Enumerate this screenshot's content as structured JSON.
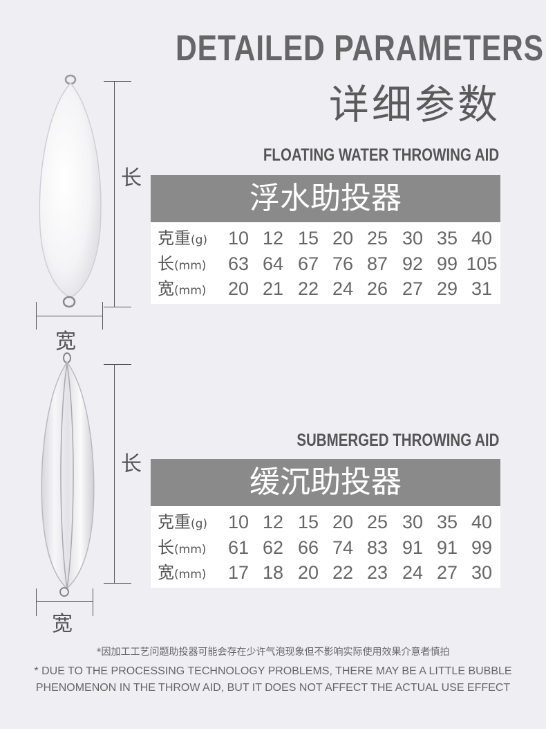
{
  "header": {
    "title_en": "DETAILED PARAMETERS",
    "title_cn": "详细参数"
  },
  "floating": {
    "subtitle_en": "FLOATING WATER THROWING AID",
    "name_cn": "浮水助投器",
    "rows": [
      {
        "label": "克重",
        "unit": "(g)",
        "values": [
          "10",
          "12",
          "15",
          "20",
          "25",
          "30",
          "35",
          "40"
        ]
      },
      {
        "label": "长",
        "unit": "(mm)",
        "values": [
          "63",
          "64",
          "67",
          "76",
          "87",
          "92",
          "99",
          "105"
        ]
      },
      {
        "label": "宽",
        "unit": "(mm)",
        "values": [
          "20",
          "21",
          "22",
          "24",
          "26",
          "27",
          "29",
          "31"
        ]
      }
    ],
    "length_label": "长",
    "width_label": "宽"
  },
  "submerged": {
    "subtitle_en": "SUBMERGED THROWING AID",
    "name_cn": "缓沉助投器",
    "rows": [
      {
        "label": "克重",
        "unit": "(g)",
        "values": [
          "10",
          "12",
          "15",
          "20",
          "25",
          "30",
          "35",
          "40"
        ]
      },
      {
        "label": "长",
        "unit": "(mm)",
        "values": [
          "61",
          "62",
          "66",
          "74",
          "83",
          "91",
          "91",
          "99"
        ]
      },
      {
        "label": "宽",
        "unit": "(mm)",
        "values": [
          "17",
          "18",
          "20",
          "22",
          "23",
          "24",
          "27",
          "30"
        ]
      }
    ],
    "length_label": "长",
    "width_label": "宽"
  },
  "footer": {
    "note_cn": "*因加工工艺问题助投器可能会存在少许气泡现象但不影响实际使用效果介意者慎拍",
    "note_en": "* DUE TO THE PROCESSING TECHNOLOGY PROBLEMS, THERE MAY BE A LITTLE BUBBLE PHENOMENON IN THE THROW AID, BUT IT DOES NOT AFFECT THE ACTUAL USE EFFECT"
  },
  "colors": {
    "background": "#efeef3",
    "banner": "#8a8a8a",
    "text": "#555555"
  }
}
